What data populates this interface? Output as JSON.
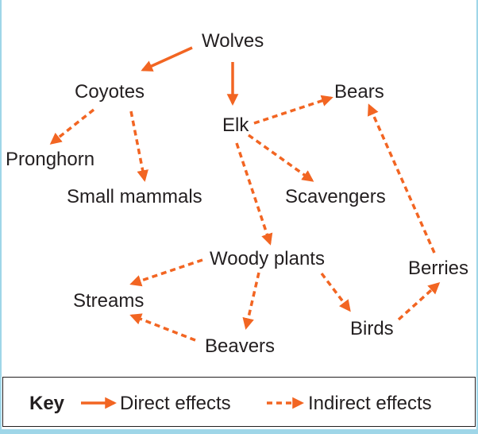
{
  "nodes": {
    "wolves": "Wolves",
    "coyotes": "Coyotes",
    "elk": "Elk",
    "bears": "Bears",
    "pronghorn": "Pronghorn",
    "small_mammals": "Small mammals",
    "scavengers": "Scavengers",
    "woody_plants": "Woody plants",
    "berries": "Berries",
    "streams": "Streams",
    "birds": "Birds",
    "beavers": "Beavers"
  },
  "key": {
    "title": "Key",
    "direct": "Direct effects",
    "indirect": "Indirect effects"
  },
  "colors": {
    "arrow": "#f26522",
    "text": "#231f20",
    "frame": "#9fd6e8"
  }
}
